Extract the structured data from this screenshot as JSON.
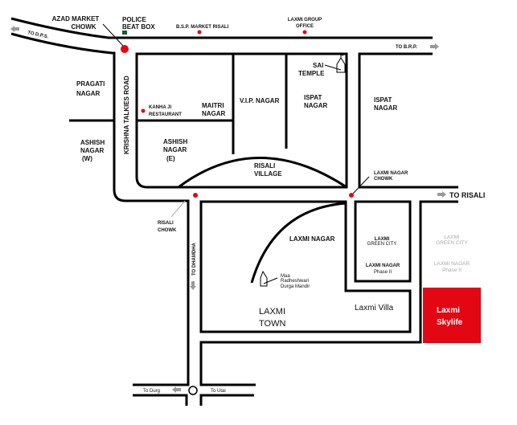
{
  "labels": {
    "azad_1": "AZAD MARKET",
    "azad_2": "CHOWK",
    "police_1": "POLICE",
    "police_2": "BEAT BOX",
    "bsp": "B.S.P. MARKET RISALI",
    "office_1": "LAXMI GROUP",
    "office_2": "OFFICE",
    "to_dps": "TO D.P.S.",
    "to_brp": "TO B.R.P.",
    "pragati_1": "PRAGATI",
    "pragati_2": "NAGAR",
    "ashish_w_1": "ASHISH",
    "ashish_w_2": "NAGAR",
    "ashish_w_3": "(W)",
    "krishna_road": "KRISHNA TALKIES ROAD",
    "kanha_1": "KANHA JI",
    "kanha_2": "RESTAURANT",
    "maitri_1": "MAITRI",
    "maitri_2": "NAGAR",
    "vip": "V.I.P. NAGAR",
    "ispat_1": "ISPAT",
    "ispat_2": "NAGAR",
    "sai_1": "SAI",
    "sai_2": "TEMPLE",
    "ispat_r_1": "ISPAT",
    "ispat_r_2": "NAGAR",
    "ashish_e_1": "ASHISH",
    "ashish_e_2": "NAGAR",
    "ashish_e_3": "(E)",
    "risali_v_1": "RISALI",
    "risali_v_2": "VILLAGE",
    "lnc_1": "LAXMI NAGAR",
    "lnc_2": "CHOWK",
    "to_risali": "TO RISALI",
    "risali_chowk_1": "RISALI",
    "risali_chowk_2": "CHOWK",
    "to_dhamdha": "TO DHAMDHA",
    "laxmi_nagar": "LAXMI NAGAR",
    "mandir_1": "Maa",
    "mandir_2": "Radheshwari",
    "mandir_3": "Durga Mandir",
    "green_1": "LAXMI",
    "green_2": "GREEN CITY",
    "ph2_1": "LAXMI NAGAR",
    "ph2_2": "Phase II",
    "green_r_1": "LAXMI",
    "green_r_2": "GREEN CITY",
    "ph2_r_1": "LAXMI NAGAR",
    "ph2_r_2": "Phase II",
    "town_1": "LAXMI",
    "town_2": "TOWN",
    "villa": "Laxmi Villa",
    "skylife_1": "Laxmi",
    "skylife_2": "Skylife",
    "to_durg": "To Durg",
    "to_utai": "To Utai"
  },
  "colors": {
    "accent": "#e30613",
    "police": "#1a5c2a"
  }
}
